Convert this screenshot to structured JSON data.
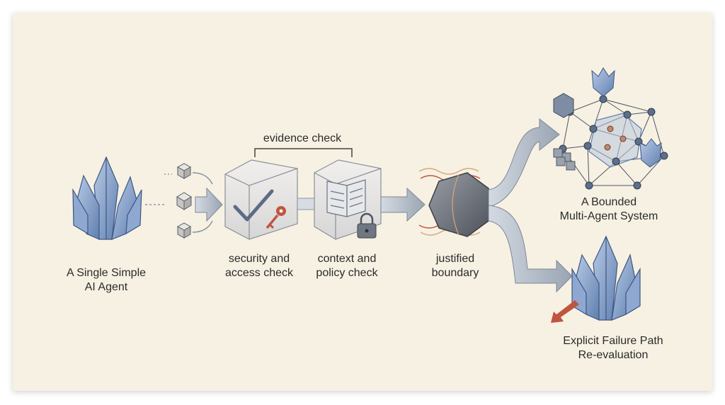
{
  "labels": {
    "agent": "A Single Simple\nAI Agent",
    "evidence": "evidence check",
    "security": "security and\naccess check",
    "context": "context and\npolicy check",
    "boundary": "justified\nboundary",
    "multi": "A Bounded\nMulti-Agent System",
    "failure": "Explicit Failure Path\nRe-evaluation"
  },
  "icons": {
    "agent": "crystal-cluster-icon",
    "security": "checkmark-key-cube-icon",
    "context": "document-lock-cube-icon",
    "boundary": "hexagon-gate-icon",
    "multi": "network-graph-icon",
    "failure": "crystal-cluster-icon"
  },
  "colors": {
    "background": "#f7f1e3",
    "crystal": "#7f9bc7",
    "arrow": "#8f9aa8",
    "accent_red": "#c0553f",
    "wave": "#d9a77a"
  }
}
